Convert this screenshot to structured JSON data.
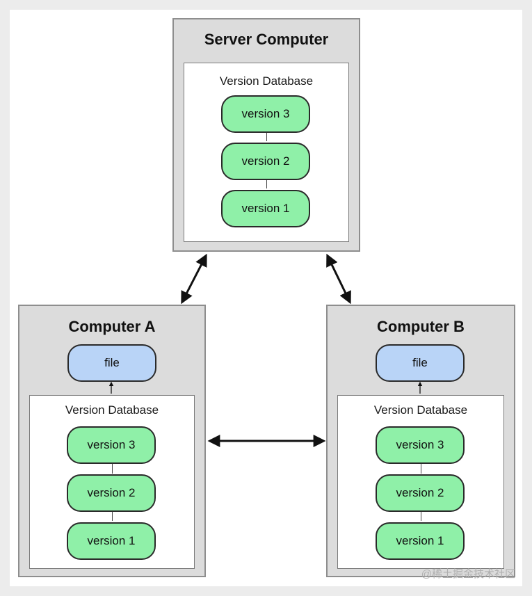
{
  "server": {
    "title": "Server Computer",
    "db_title": "Version Database",
    "versions": [
      "version 3",
      "version 2",
      "version 1"
    ]
  },
  "computer_a": {
    "title": "Computer A",
    "file_label": "file",
    "db_title": "Version Database",
    "versions": [
      "version 3",
      "version 2",
      "version 1"
    ]
  },
  "computer_b": {
    "title": "Computer B",
    "file_label": "file",
    "db_title": "Version Database",
    "versions": [
      "version 3",
      "version 2",
      "version 1"
    ]
  },
  "watermark": "@稀土掘金技术社区",
  "colors": {
    "node_fill": "#dcdcdc",
    "node_border": "#8e8e8e",
    "version_fill": "#8ff0a8",
    "file_fill": "#b9d4f7",
    "outline": "#2a2a2a",
    "arrow": "#111111"
  }
}
